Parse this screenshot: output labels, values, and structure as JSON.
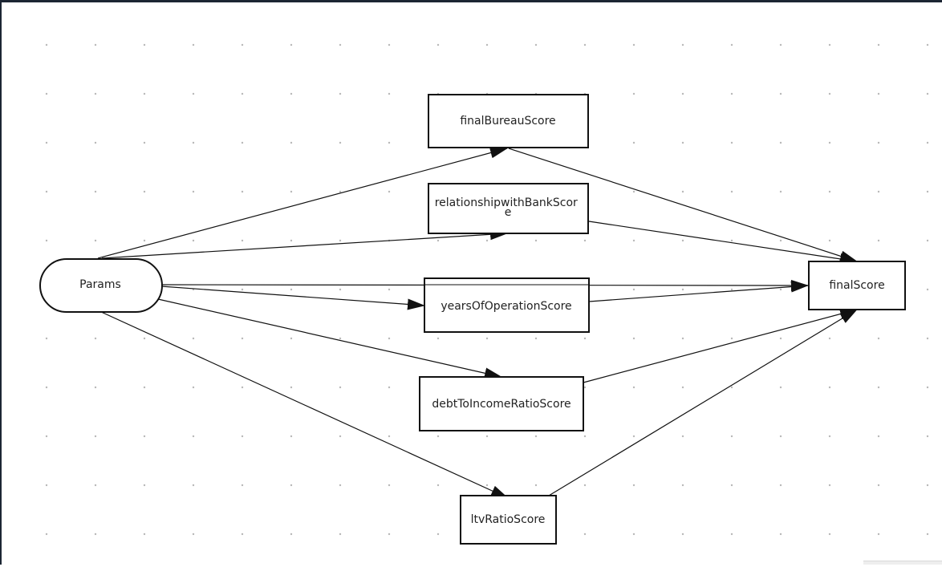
{
  "diagram": {
    "nodes": [
      {
        "id": "params",
        "label": "Params",
        "shape": "terminator"
      },
      {
        "id": "finalBureau",
        "label": "finalBureauScore",
        "shape": "rect"
      },
      {
        "id": "relationship",
        "label": "relationshipwithBankScor e",
        "shape": "rect"
      },
      {
        "id": "yearsOp",
        "label": "yearsOfOperationScore",
        "shape": "rect"
      },
      {
        "id": "debtIncome",
        "label": "debtToIncomeRatioScore",
        "shape": "rect"
      },
      {
        "id": "ltvRatio",
        "label": "ltvRatioScore",
        "shape": "rect"
      },
      {
        "id": "finalScore",
        "label": "finalScore",
        "shape": "rect"
      }
    ],
    "edges": [
      {
        "from": "params",
        "to": "finalBureau"
      },
      {
        "from": "params",
        "to": "relationship"
      },
      {
        "from": "params",
        "to": "finalScore"
      },
      {
        "from": "params",
        "to": "yearsOp"
      },
      {
        "from": "params",
        "to": "debtIncome"
      },
      {
        "from": "params",
        "to": "ltvRatio"
      },
      {
        "from": "finalBureau",
        "to": "finalScore"
      },
      {
        "from": "relationship",
        "to": "finalScore"
      },
      {
        "from": "yearsOp",
        "to": "finalScore"
      },
      {
        "from": "debtIncome",
        "to": "finalScore"
      },
      {
        "from": "ltvRatio",
        "to": "finalScore"
      }
    ],
    "colors": {
      "stroke": "#111111",
      "grid_dot": "#b8b8b8",
      "frame_border": "#1c2633"
    }
  }
}
